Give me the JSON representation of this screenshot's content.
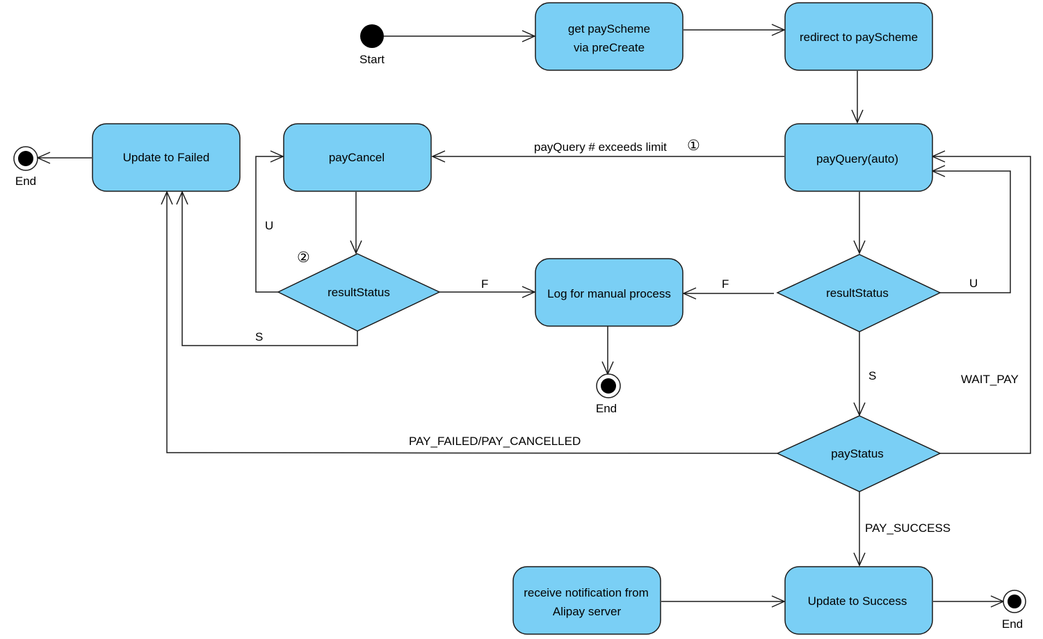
{
  "start": {
    "label": "Start"
  },
  "end_labels": {
    "failed": "End",
    "manual": "End",
    "success": "End"
  },
  "nodes": {
    "get_pay_scheme": {
      "line1": "get payScheme",
      "line2": "via preCreate"
    },
    "redirect": {
      "label": "redirect to payScheme"
    },
    "update_failed": {
      "label": "Update to Failed"
    },
    "pay_cancel": {
      "label": "payCancel"
    },
    "pay_query": {
      "label": "payQuery(auto)"
    },
    "log_manual": {
      "label": "Log for manual process"
    },
    "result_status_left": {
      "label": "resultStatus"
    },
    "result_status_right": {
      "label": "resultStatus"
    },
    "pay_status": {
      "label": "payStatus"
    },
    "update_success": {
      "label": "Update to Success"
    },
    "receive_notification": {
      "line1": "receive notification from",
      "line2": "Alipay server"
    }
  },
  "edges": {
    "query_limit": "payQuery # exceeds limit",
    "marker_1": "①",
    "marker_2": "②",
    "left_u": "U",
    "left_f": "F",
    "left_s": "S",
    "right_f": "F",
    "right_u": "U",
    "right_s": "S",
    "wait_pay": "WAIT_PAY",
    "pay_failed": "PAY_FAILED/PAY_CANCELLED",
    "pay_success": "PAY_SUCCESS"
  },
  "colors": {
    "node_fill": "#7acff5",
    "stroke": "#1b1b1b"
  }
}
